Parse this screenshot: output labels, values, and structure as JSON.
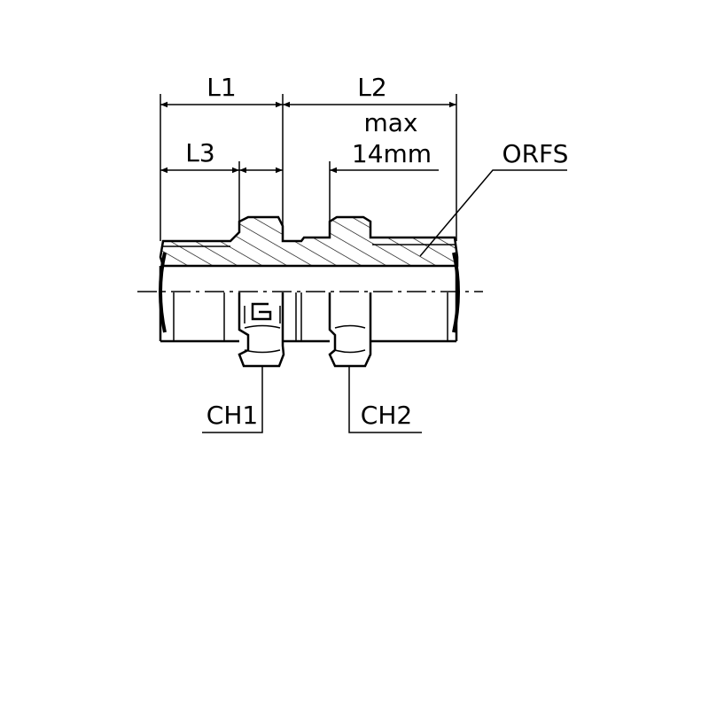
{
  "labels": {
    "l1": "L1",
    "l2": "L2",
    "l3": "L3",
    "max_line1": "max",
    "max_line2": "14mm",
    "orfs": "ORFS",
    "ch1": "CH1",
    "ch2": "CH2"
  },
  "colors": {
    "ink": "#000000",
    "background": "#ffffff"
  }
}
